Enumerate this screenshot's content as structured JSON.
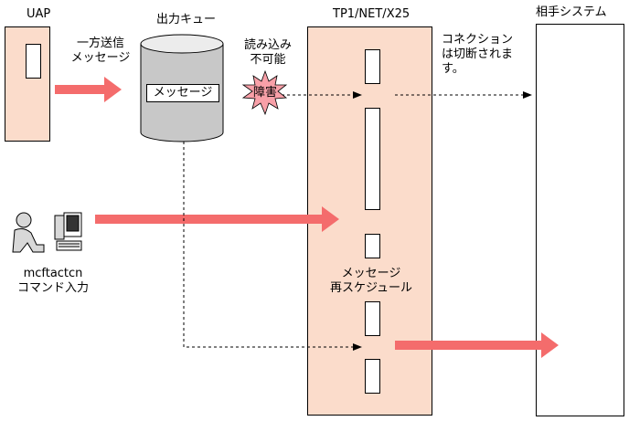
{
  "labels": {
    "uap": "UAP",
    "output_queue": "出力キュー",
    "tp1": "TP1/NET/X25",
    "remote_system": "相手システム",
    "one_way_message": "一方送信\nメッセージ",
    "queue_message": "メッセージ",
    "unreadable": "読み込み\n不可能",
    "failure": "障害",
    "connection_cut": "コネクション\nは切断されま\nす。",
    "command_name": "mcftactcn",
    "command_input": "コマンド入力",
    "reschedule": "メッセージ\n再スケジュール"
  },
  "colors": {
    "peach": "#fbdccb",
    "arrow_red": "#f46c6c",
    "burst_pink": "#f8a0a8",
    "queue_gray": "#c8c8c8"
  },
  "icons": {
    "terminal_operator": "person-at-computer-icon",
    "failure_burst": "starburst-icon",
    "queue_cylinder": "database-cylinder-icon"
  }
}
